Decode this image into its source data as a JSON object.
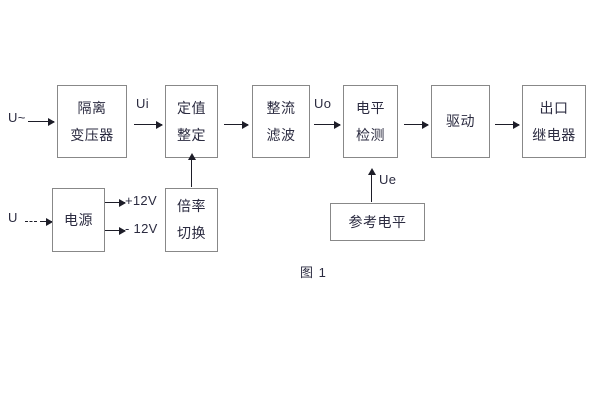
{
  "figure": {
    "caption": "图 1",
    "blocks": [
      {
        "id": "isolation-transformer",
        "lines": [
          "隔离",
          "变压器"
        ]
      },
      {
        "id": "setting-value",
        "lines": [
          "定值",
          "整定"
        ]
      },
      {
        "id": "rectify-filter",
        "lines": [
          "整流",
          "滤波"
        ]
      },
      {
        "id": "level-detection",
        "lines": [
          "电平",
          "检测"
        ]
      },
      {
        "id": "drive",
        "lines": [
          "驱动"
        ]
      },
      {
        "id": "output-relay",
        "lines": [
          "出口",
          "继电器"
        ]
      },
      {
        "id": "power-supply",
        "lines": [
          "电源"
        ]
      },
      {
        "id": "ratio-switch",
        "lines": [
          "倍率",
          "切换"
        ]
      },
      {
        "id": "reference-level",
        "lines": [
          "参考电平"
        ]
      }
    ],
    "signals": {
      "input_ac": "U~",
      "input_dc": "U",
      "ui": "Ui",
      "uo": "Uo",
      "ue": "Ue",
      "rail_positive": "+12V",
      "rail_negative": "- 12V"
    }
  }
}
